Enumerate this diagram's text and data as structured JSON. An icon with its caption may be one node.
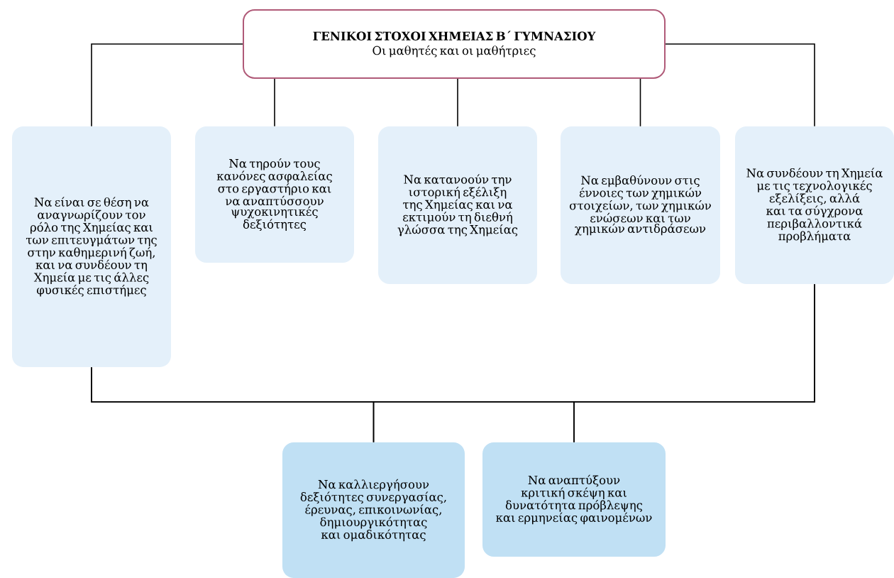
{
  "diagram": {
    "nodes": [
      {
        "text": [
          "ΓΕΝΙΚΟΙ ΣΤΟΧΟΙ ΧΗΜΕΙΑΣ Β΄ ΓΥΜΝΑΣΙΟΥ",
          "Οι μαθητές και οι μαθήτριες"
        ]
      },
      {
        "text": [
          "Να είναι σε θέση να αναγνωρίζουν τον ρόλο της Χημείας και των επιτευγμάτων της στην καθημερινή ζωή, και να συνδέουν τη Χημεία με τις άλλες φυσικές επιστήμες"
        ]
      },
      {
        "text": [
          "Να τηρούν τους κανόνες ασφαλείας στο εργαστήριο και να αναπτύσσουν ψυχοκινητικές δεξιότητες"
        ]
      },
      {
        "text": [
          "Να κατανοούν την ιστορική εξέλιξη της Χημείας και να εκτιμούν τη διεθνή γλώσσα της Χημείας"
        ]
      },
      {
        "text": [
          "Να εμβαθύνουν στις έννοιες των χημικών στοιχείων, των χημικών ενώσεων και των χημικών αντιδράσεων"
        ]
      },
      {
        "text": [
          "Να συνδέουν τη Χημεία με τις τεχνολογικές εξελίξεις, αλλά και τα σύγχρονα περιβαλλοντικά προβλήματα"
        ]
      },
      {
        "text": [
          "Να καλλιεργήσουν δεξιότητες συνεργασίας, έρευνας, επικοινωνίας, δημιουργικότητας και ομαδικότητας"
        ]
      },
      {
        "text": [
          "Να αναπτύξουν κριτική σκέψη και δυνατότητα πρόβλεψης και ερμηνείας φαινομένων"
        ]
      }
    ],
    "edges": [
      {
        "from": 0,
        "to": 1,
        "arrow": "none"
      },
      {
        "from": 0,
        "to": 2,
        "arrow": "none"
      },
      {
        "from": 0,
        "to": 3,
        "arrow": "none"
      },
      {
        "from": 0,
        "to": 4,
        "arrow": "none"
      },
      {
        "from": 0,
        "to": 5,
        "arrow": "none"
      },
      {
        "from": 1,
        "to": 6,
        "arrow": "none"
      },
      {
        "from": 1,
        "to": 7,
        "arrow": "none"
      },
      {
        "from": 5,
        "to": 6,
        "arrow": "none"
      },
      {
        "from": 5,
        "to": 7,
        "arrow": "none"
      }
    ]
  }
}
